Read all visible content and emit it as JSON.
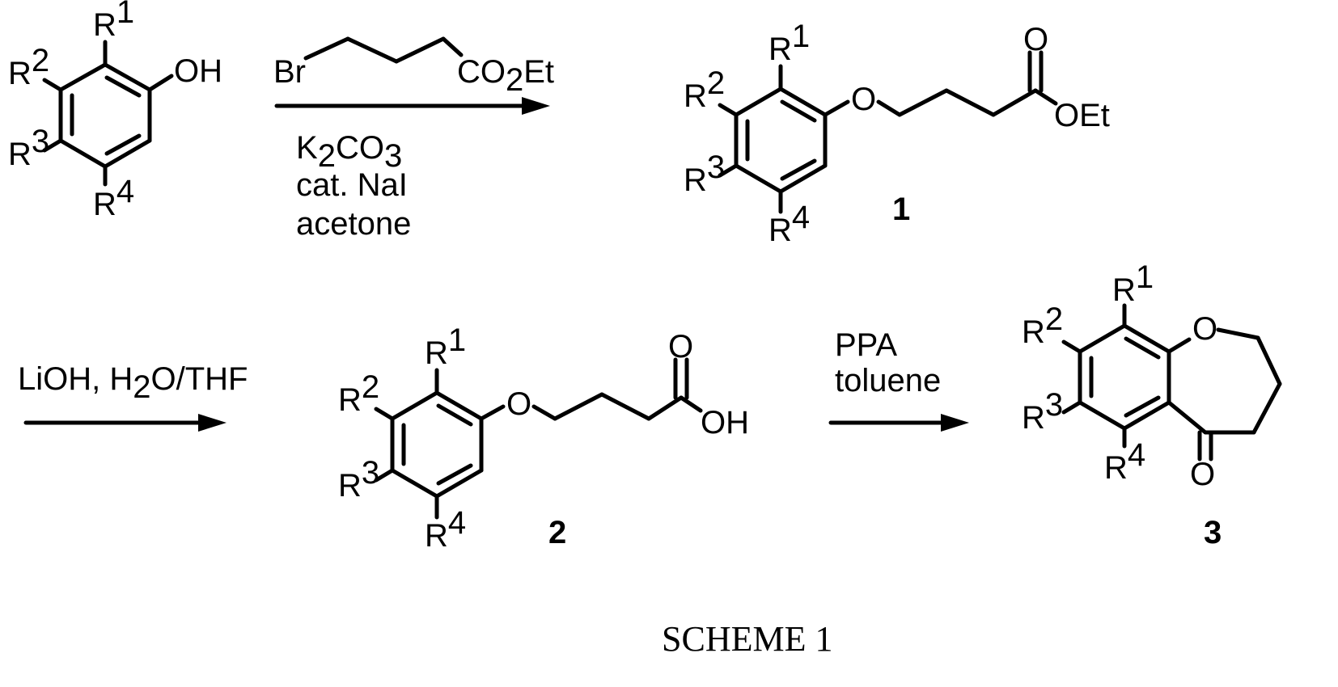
{
  "step1": {
    "reagent_br": "Br",
    "reagent_ester": "CO",
    "reagent_ester_sub": "2",
    "reagent_ester_tail": "Et",
    "base": "K",
    "base_sub1": "2",
    "base_mid": "CO",
    "base_sub2": "3",
    "catalyst": "cat. NaI",
    "solvent": "acetone"
  },
  "step2": {
    "reagent_pre": "LiOH, H",
    "reagent_sub": "2",
    "reagent_post": "O/THF"
  },
  "step3": {
    "reagent": "PPA",
    "solvent": "toluene"
  },
  "labels": {
    "r": "R",
    "r1": "1",
    "r2": "2",
    "r3": "3",
    "r4": "4",
    "oh": "OH",
    "o": "O",
    "oet": "OEt"
  },
  "compounds": {
    "c1": "1",
    "c2": "2",
    "c3": "3"
  },
  "caption": "SCHEME 1"
}
